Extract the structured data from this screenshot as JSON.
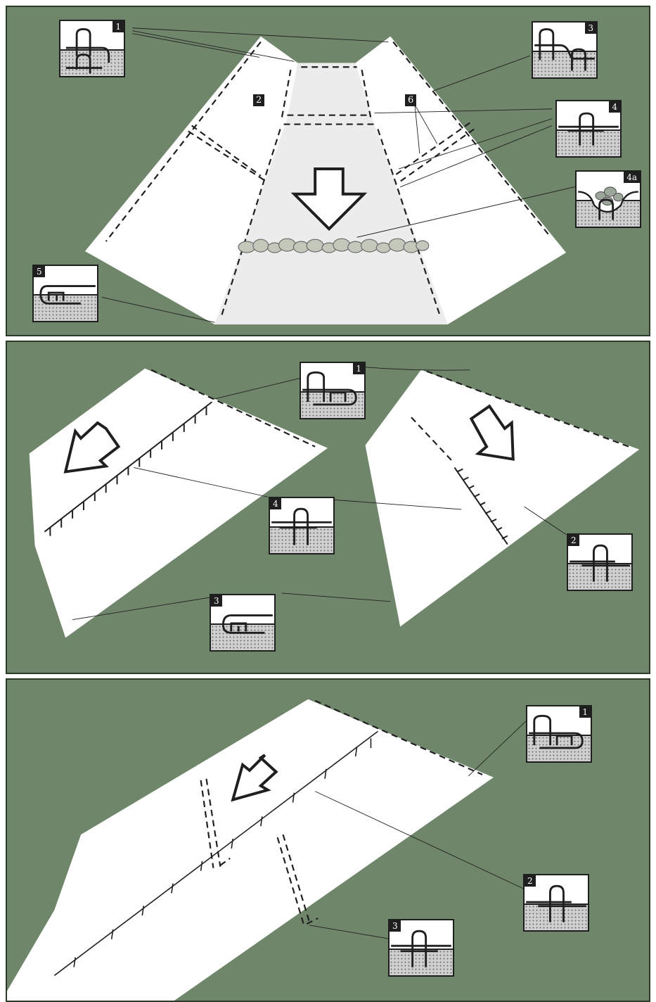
{
  "panels": [
    {
      "id": "panel-1",
      "labels": {
        "channel_zone": "2",
        "junction": "6"
      },
      "insets": [
        {
          "id": "p1-inset-1",
          "number": "1",
          "detail": "stacked-staples"
        },
        {
          "id": "p1-inset-3",
          "number": "3",
          "detail": "overlap-staples"
        },
        {
          "id": "p1-inset-4",
          "number": "4",
          "detail": "single-staple"
        },
        {
          "id": "p1-inset-4a",
          "number": "4a",
          "detail": "check-slot-rocks"
        },
        {
          "id": "p1-inset-5",
          "number": "5",
          "detail": "toe-trench"
        }
      ]
    },
    {
      "id": "panel-2",
      "insets": [
        {
          "id": "p2-inset-1",
          "number": "1",
          "detail": "anchor-trench"
        },
        {
          "id": "p2-inset-4",
          "number": "4",
          "detail": "single-staple"
        },
        {
          "id": "p2-inset-2",
          "number": "2",
          "detail": "overlap-staple"
        },
        {
          "id": "p2-inset-3",
          "number": "3",
          "detail": "toe-trench"
        }
      ]
    },
    {
      "id": "panel-3",
      "insets": [
        {
          "id": "p3-inset-1",
          "number": "1",
          "detail": "anchor-trench"
        },
        {
          "id": "p3-inset-2",
          "number": "2",
          "detail": "overlap-staple"
        },
        {
          "id": "p3-inset-3",
          "number": "3",
          "detail": "single-staple"
        }
      ]
    }
  ],
  "colors": {
    "ground": "#6f866a",
    "blanket": "#ffffff",
    "channel": "#ececec",
    "soil": "#cfcfcf",
    "ink": "#1f1f1f"
  },
  "icons": [
    "flow-arrow-icon",
    "staple-icon",
    "rock-check-slot-icon"
  ]
}
